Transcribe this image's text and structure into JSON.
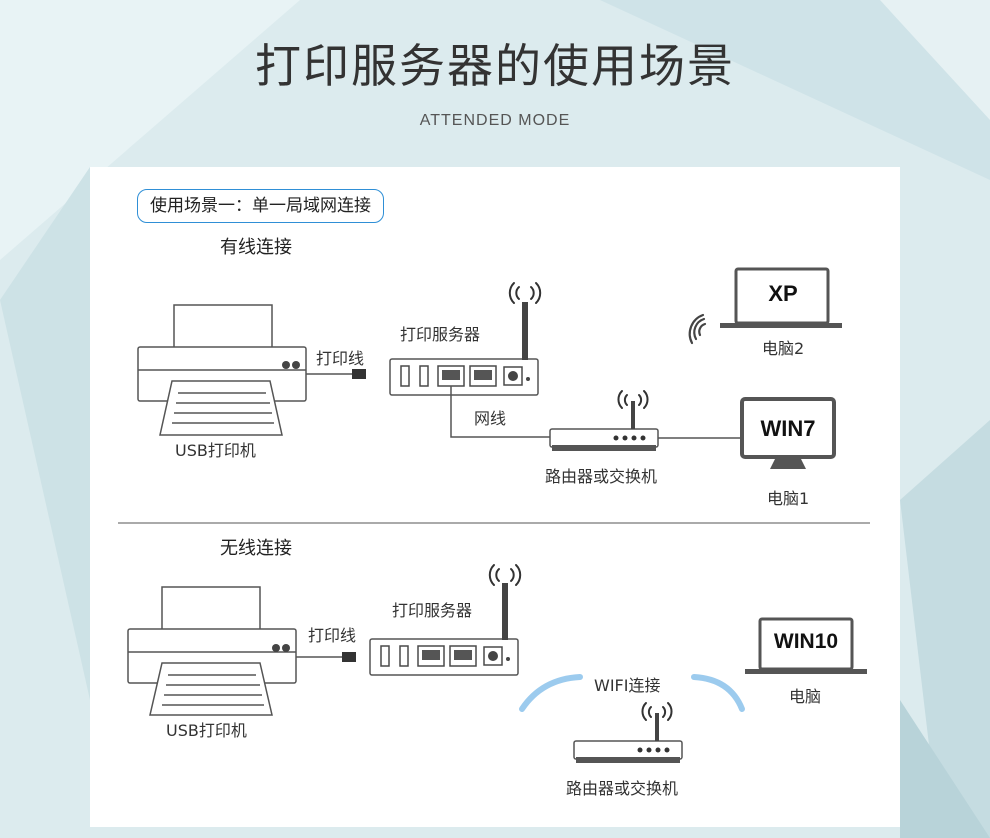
{
  "page": {
    "title": "打印服务器的使用场景",
    "subtitle": "ATTENDED MODE"
  },
  "scene1": {
    "badge": "使用场景一：单一局域网连接",
    "wired_heading": "有线连接",
    "printer_label": "USB打印机",
    "cable_label": "打印线",
    "server_label": "打印服务器",
    "network_cable_label": "网线",
    "router_label": "路由器或交换机",
    "pc2_screen": "XP",
    "pc2_label": "电脑2",
    "pc1_screen": "WIN7",
    "pc1_label": "电脑1"
  },
  "scene2": {
    "wireless_heading": "无线连接",
    "printer_label": "USB打印机",
    "cable_label": "打印线",
    "server_label": "打印服务器",
    "wifi_label": "WIFI连接",
    "router_label": "路由器或交换机",
    "pc_screen": "WIN10",
    "pc_label": "电脑"
  },
  "colors": {
    "badge_border": "#2f8fd6",
    "wifi_arc": "#9ccbee",
    "device_stroke": "#555555",
    "port_color": "#4a4a4a"
  }
}
